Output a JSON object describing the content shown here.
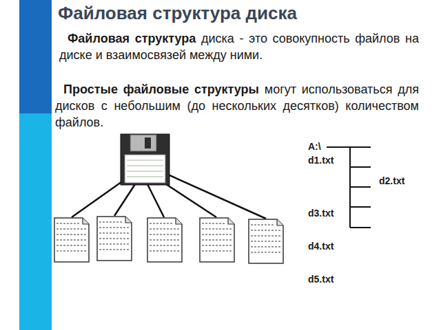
{
  "diagram": {
    "title": "Файловая структура диска",
    "labels": [
      "Файловая структура",
      "диска - это совокупность файлов на диске и взаимосвязей между ними.",
      "Простые файловые структуры",
      "могут использоваться для дисков с небольшим (до нескольких десятков) количеством файлов.",
      "A:\\",
      "d1.txt",
      "d2.txt",
      "d3.txt",
      "d4.txt",
      "d5.txt"
    ]
  }
}
